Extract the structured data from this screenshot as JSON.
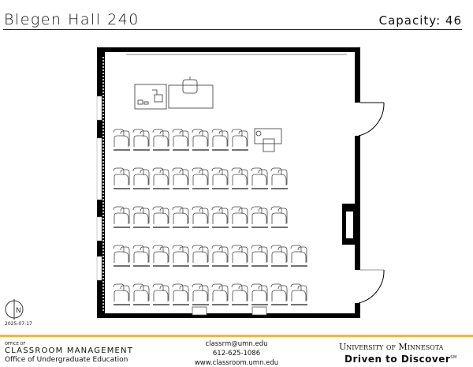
{
  "header": {
    "room": "Blegen Hall 240",
    "capacity_label": "Capacity:",
    "capacity": "46"
  },
  "plan": {
    "date": "2025-07-17",
    "north_label": "N",
    "seat_rows": [
      7,
      9,
      9,
      10,
      10
    ],
    "instructor_seats": 1
  },
  "footer": {
    "office_of": "OFFICE OF",
    "office_name": "CLASSROOM MANAGEMENT",
    "department": "Office of Undergraduate Education",
    "email": "classrm@umn.edu",
    "phone": "612-625-1086",
    "website": "www.classroom.umn.edu",
    "university": "University of Minnesota",
    "tagline": "Driven to Discover",
    "tagline_mark": "SM",
    "accent_color": "#f0b941"
  }
}
